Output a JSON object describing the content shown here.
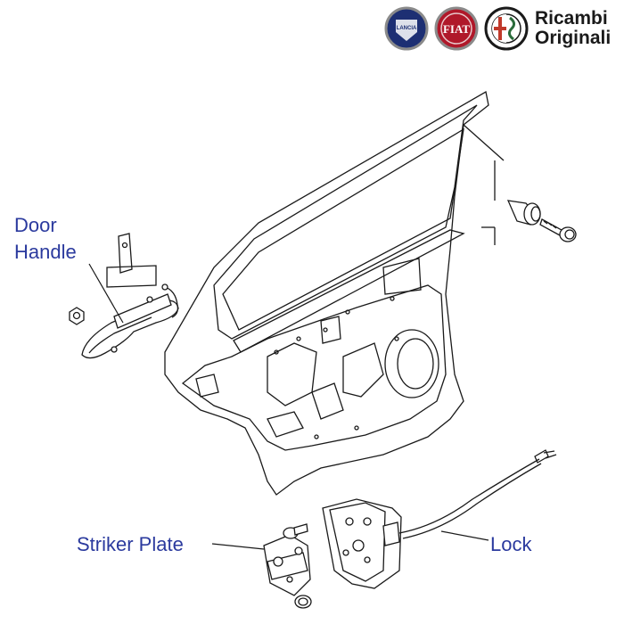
{
  "branding": {
    "brands": [
      {
        "name": "LANCIA",
        "color": "#1d2f73"
      },
      {
        "name": "FIAT",
        "color": "#b0182a"
      },
      {
        "name": "ALFA ROMEO",
        "color": "#2a6b3a"
      }
    ],
    "line1": "Ricambi",
    "line2": "Originali"
  },
  "labels": {
    "door_handle_1": "Door",
    "door_handle_2": "Handle",
    "striker_plate": "Striker Plate",
    "lock": "Lock"
  },
  "colors": {
    "label": "#2b3a9e",
    "line": "#1a1a1a"
  }
}
